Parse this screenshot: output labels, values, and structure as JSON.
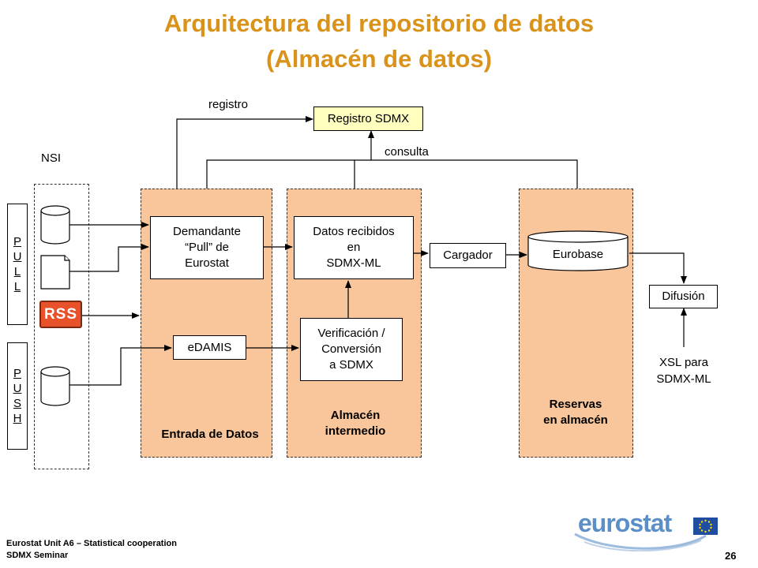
{
  "title": {
    "line1": "Arquitectura del repositorio de datos",
    "line2": "(Almacén de datos)"
  },
  "labels": {
    "registro": "registro",
    "consulta": "consulta",
    "nsi": "NSI",
    "xsl_line1": "XSL para",
    "xsl_line2": "SDMX-ML"
  },
  "side": {
    "pull": [
      "P",
      "U",
      "L",
      "L"
    ],
    "push": [
      "P",
      "U",
      "S",
      "H"
    ],
    "rss": "RSS"
  },
  "boxes": {
    "registro_sdmx": "Registro SDMX",
    "demandante": [
      "Demandante",
      "“Pull” de",
      "Eurostat"
    ],
    "edamis": "eDAMIS",
    "datos_recibidos": [
      "Datos recibidos",
      "en",
      "SDMX-ML"
    ],
    "verificacion": [
      "Verificación /",
      "Conversión",
      "a SDMX"
    ],
    "cargador": "Cargador",
    "eurobase": "Eurobase",
    "difusion": "Difusión"
  },
  "zones": {
    "entrada": "Entrada de Datos",
    "almacen_intermedio": [
      "Almacén",
      "intermedio"
    ],
    "reservas": [
      "Reservas",
      "en almacén"
    ]
  },
  "footer": {
    "line1": "Eurostat Unit A6 – Statistical cooperation",
    "line2": "SDMX Seminar",
    "page": "26",
    "logo": "eurostat"
  },
  "colors": {
    "title": "#d9931a",
    "zone_fill": "#f8c69a",
    "registry_fill": "#ffffc0",
    "eurostat_blue": "#5b8fc7",
    "eu_flag": "#1f4ea1",
    "rss": "#e8522a"
  }
}
